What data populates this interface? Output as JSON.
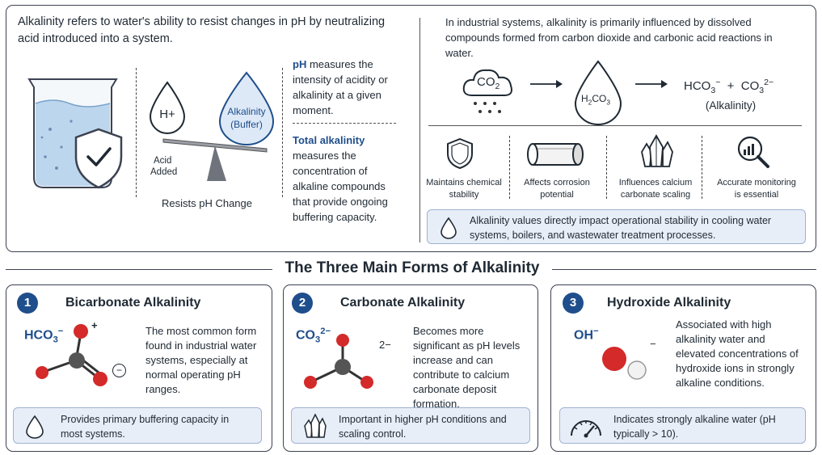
{
  "top_left": {
    "intro": "Alkalinity refers to water's ability to resist changes in pH by neutralizing acid introduced into a system.",
    "h_plus": "H+",
    "alk_buffer_1": "Alkalinity",
    "alk_buffer_2": "(Buffer)",
    "acid_added_1": "Acid",
    "acid_added_2": "Added",
    "resists": "Resists pH Change",
    "ph_term": "pH",
    "ph_desc": "measures the intensity of acidity or alkalinity at a given moment.",
    "total_term": "Total alkalinity",
    "total_desc": "measures the concentration of alkaline compounds that provide ongoing buffering capacity."
  },
  "top_right": {
    "intro": "In industrial systems, alkalinity is primarily influenced by dissolved compounds formed from carbon dioxide and carbonic acid reactions in water.",
    "co2": "CO",
    "co2_sub": "2",
    "h2co3_h": "H",
    "h2co3_sub1": "2",
    "h2co3_co": "CO",
    "h2co3_sub2": "3",
    "hco3": "HCO",
    "hco3_sub": "3",
    "hco3_sup": "−",
    "plus": "+",
    "co3": "CO",
    "co3_sub": "3",
    "co3_sup": "2−",
    "alk_label": "(Alkalinity)",
    "impacts": [
      {
        "line1": "Maintains chemical",
        "line2": "stability",
        "icon": "shield-icon"
      },
      {
        "line1": "Affects corrosion",
        "line2": "potential",
        "icon": "pipe-icon"
      },
      {
        "line1": "Influences calcium",
        "line2": "carbonate scaling",
        "icon": "crystal-icon"
      },
      {
        "line1": "Accurate monitoring",
        "line2": "is essential",
        "icon": "magnifier-chart-icon"
      }
    ],
    "callout": "Alkalinity values directly impact operational stability in cooling water systems, boilers, and wastewater treatment processes."
  },
  "section_title": "The Three Main Forms of Alkalinity",
  "cards": [
    {
      "num": "1",
      "title": "Bicarbonate Alkalinity",
      "formula": "HCO",
      "formula_sub": "3",
      "formula_sup": "−",
      "plus_sign": "+",
      "minus_circle": "−",
      "desc": "The most common form found in industrial water systems, especially at normal operating pH ranges.",
      "callout": "Provides primary buffering capacity in most systems."
    },
    {
      "num": "2",
      "title": "Carbonate Alkalinity",
      "formula": "CO",
      "formula_sub": "3",
      "formula_sup": "2−",
      "charge": "2−",
      "desc": "Becomes more significant as pH levels increase and can contribute to calcium carbonate deposit formation.",
      "callout": "Important in higher pH conditions and scaling control."
    },
    {
      "num": "3",
      "title": "Hydroxide Alkalinity",
      "formula": "OH",
      "formula_sup": "−",
      "charge": "−",
      "desc": "Associated with high alkalinity water and elevated concentrations of hydroxide ions in strongly alkaline conditions.",
      "callout": "Indicates strongly alkaline water (pH typically > 10)."
    }
  ],
  "colors": {
    "accent": "#1f4e8c",
    "callout_bg": "#e8eef8",
    "oxygen": "#d42a2a",
    "carbon": "#555555"
  }
}
